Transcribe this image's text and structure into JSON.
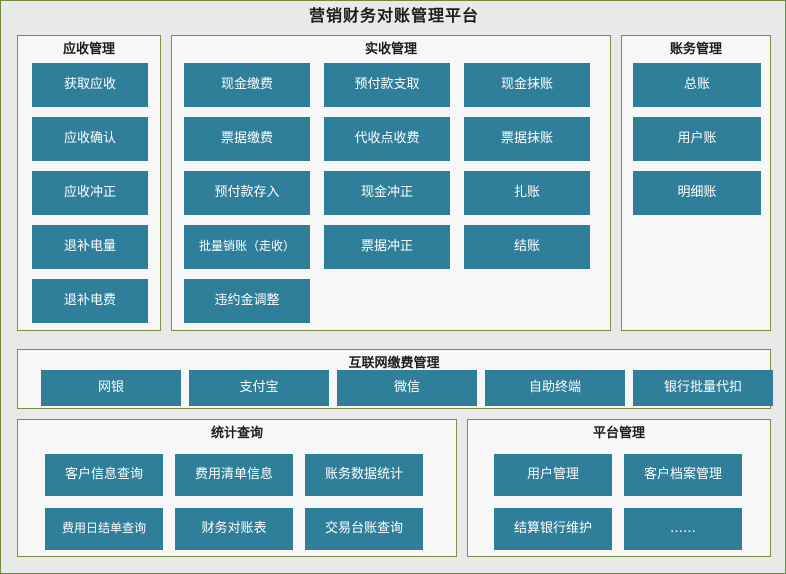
{
  "app": {
    "title": "营销财务对账管理平台",
    "colors": {
      "tile": "#2f7f9b",
      "panel_border": "#7a9240",
      "frame_border": "#6f8b3c",
      "frame_background": "#e9e9e9",
      "panel_background": "#f7f7f7",
      "tile_text": "#ffffff",
      "title_text": "#1c1c1c"
    }
  },
  "panels": {
    "receivable": {
      "title": "应收管理",
      "tiles": [
        {
          "label": "获取应收"
        },
        {
          "label": "应收确认"
        },
        {
          "label": "应收冲正"
        },
        {
          "label": "退补电量"
        },
        {
          "label": "退补电费"
        }
      ]
    },
    "actual": {
      "title": "实收管理",
      "columns": [
        {
          "tiles": [
            {
              "label": "现金缴费"
            },
            {
              "label": "票据缴费"
            },
            {
              "label": "预付款存入"
            },
            {
              "label": "批量销账（走收）"
            },
            {
              "label": "违约金调整"
            }
          ]
        },
        {
          "tiles": [
            {
              "label": "预付款支取"
            },
            {
              "label": "代收点收费"
            },
            {
              "label": "现金冲正"
            },
            {
              "label": "票据冲正"
            }
          ]
        },
        {
          "tiles": [
            {
              "label": "现金抹账"
            },
            {
              "label": "票据抹账"
            },
            {
              "label": "扎账"
            },
            {
              "label": "结账"
            }
          ]
        }
      ]
    },
    "accounting": {
      "title": "账务管理",
      "tiles": [
        {
          "label": "总账"
        },
        {
          "label": "用户账"
        },
        {
          "label": "明细账"
        }
      ]
    },
    "internet": {
      "title": "互联网缴费管理",
      "tiles": [
        {
          "label": "网银"
        },
        {
          "label": "支付宝"
        },
        {
          "label": "微信"
        },
        {
          "label": "自助终端"
        },
        {
          "label": "银行批量代扣"
        }
      ]
    },
    "statistics": {
      "title": "统计查询",
      "tiles": [
        {
          "label": "客户信息查询"
        },
        {
          "label": "费用清单信息"
        },
        {
          "label": "账务数据统计"
        },
        {
          "label": "费用日结单查询"
        },
        {
          "label": "财务对账表"
        },
        {
          "label": "交易台账查询"
        }
      ]
    },
    "platform": {
      "title": "平台管理",
      "tiles": [
        {
          "label": "用户管理"
        },
        {
          "label": "客户档案管理"
        },
        {
          "label": "结算银行维护"
        },
        {
          "label": "……"
        }
      ]
    }
  }
}
